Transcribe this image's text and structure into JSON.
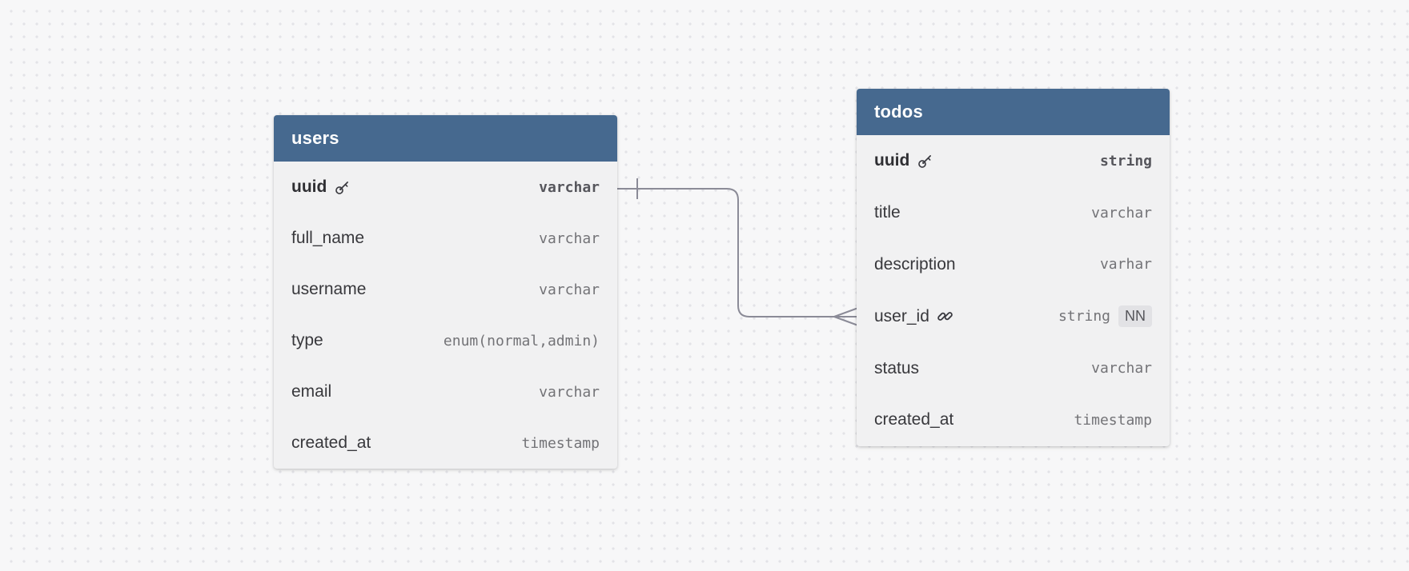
{
  "diagram": {
    "tool": "database-er-diagram",
    "colors": {
      "table_header": "#46698f",
      "table_body": "#f1f1f2",
      "canvas_background": "#f7f7f8",
      "grid_dot": "#e3e3e7",
      "connector": "#8b8b97",
      "field_name_text": "#38383c",
      "field_type_text": "#737377"
    }
  },
  "tables": [
    {
      "title": "users",
      "fields": [
        {
          "name": "uuid",
          "type": "varchar",
          "icon": "key"
        },
        {
          "name": "full_name",
          "type": "varchar"
        },
        {
          "name": "username",
          "type": "varchar"
        },
        {
          "name": "type",
          "type": "enum(normal,admin)"
        },
        {
          "name": "email",
          "type": "varchar"
        },
        {
          "name": "created_at",
          "type": "timestamp"
        }
      ]
    },
    {
      "title": "todos",
      "fields": [
        {
          "name": "uuid",
          "type": "string",
          "icon": "key"
        },
        {
          "name": "title",
          "type": "varchar"
        },
        {
          "name": "description",
          "type": "varhar"
        },
        {
          "name": "user_id",
          "type": "string",
          "icon": "link",
          "badge": "NN"
        },
        {
          "name": "status",
          "type": "varchar"
        },
        {
          "name": "created_at",
          "type": "timestamp"
        }
      ]
    }
  ],
  "relationship": {
    "from_table": "users",
    "from_field": "uuid",
    "from_cardinality": "one",
    "to_table": "todos",
    "to_field": "user_id",
    "to_cardinality": "many"
  }
}
